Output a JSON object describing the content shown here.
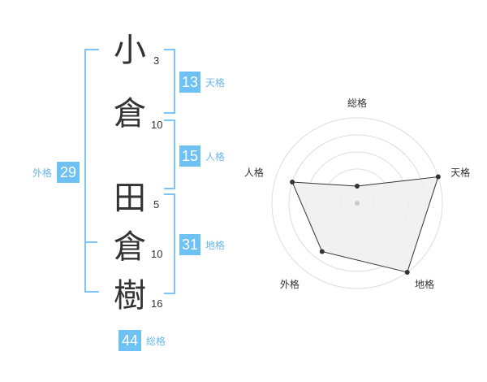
{
  "name": {
    "chars": [
      {
        "char": "小",
        "strokes": "3"
      },
      {
        "char": "倉",
        "strokes": "10"
      },
      {
        "char": "田",
        "strokes": "5"
      },
      {
        "char": "倉",
        "strokes": "10"
      },
      {
        "char": "樹",
        "strokes": "16"
      }
    ]
  },
  "fortune": {
    "tenkaku": {
      "value": "13",
      "label": "天格"
    },
    "jinkaku": {
      "value": "15",
      "label": "人格"
    },
    "chikaku": {
      "value": "31",
      "label": "地格"
    },
    "gaikaku": {
      "value": "29",
      "label": "外格"
    },
    "soukaku": {
      "value": "44",
      "label": "総格"
    }
  },
  "chart_data": {
    "type": "radar",
    "axes": [
      "総格",
      "天格",
      "地格",
      "外格",
      "人格"
    ],
    "values": [
      1,
      5,
      5,
      3.5,
      4
    ],
    "max": 5,
    "rings": 5,
    "colors": {
      "fill": "#eeeeee",
      "stroke": "#333333",
      "grid": "#dddddd"
    }
  }
}
